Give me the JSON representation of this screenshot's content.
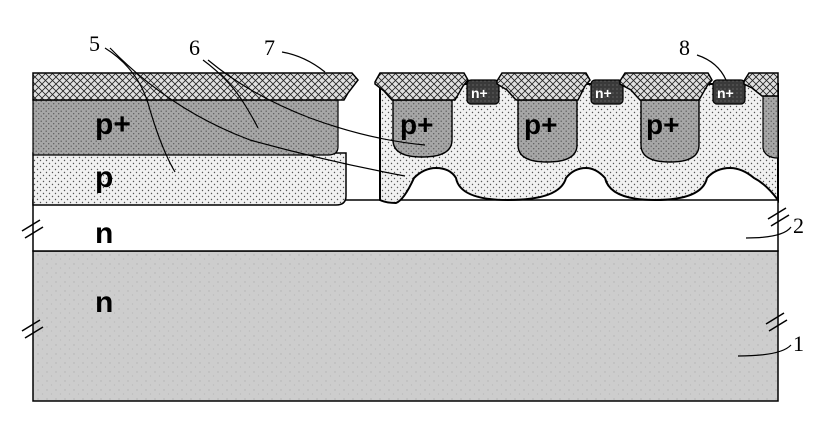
{
  "labels": {
    "p_plus_left": "p+",
    "p_left": "p",
    "n_epi": "n",
    "n_substrate": "n",
    "p_plus_well_1": "p+",
    "p_plus_well_2": "p+",
    "p_plus_well_3": "p+",
    "n_plus_1": "n+",
    "n_plus_2": "n+",
    "n_plus_3": "n+"
  },
  "reference_numerals": {
    "r1": "1",
    "r2": "2",
    "r5": "5",
    "r6": "6",
    "r7": "7",
    "r8": "8"
  },
  "colors": {
    "substrate": "#cfcfcf",
    "epi": "#ffffff",
    "p_region": "#efefef",
    "p_plus_region": "#a8a8a8",
    "n_plus_region": "#3a3a3a",
    "oxide": "#dcdcdc",
    "outline": "#000000"
  }
}
